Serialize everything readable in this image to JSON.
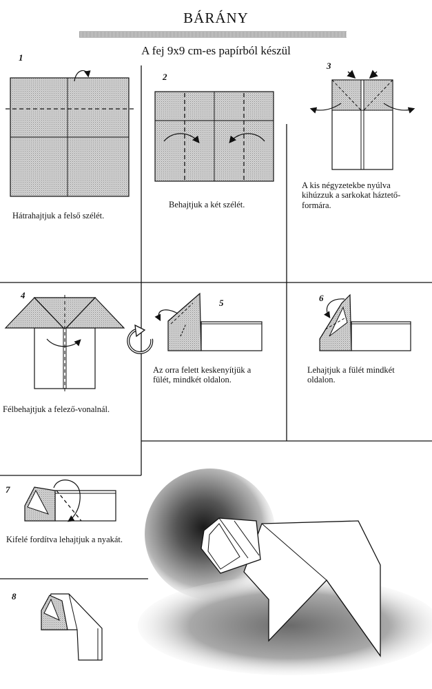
{
  "title": "BÁRÁNY",
  "subtitle": "A fej 9x9 cm-es papírból készül",
  "steps": [
    {
      "number": "1",
      "caption": "Hátrahajtjuk a felső szélét."
    },
    {
      "number": "2",
      "caption": "Behajtjuk a két szélét."
    },
    {
      "number": "3",
      "caption_lines": [
        "A kis négyzetekbe nyúlva",
        "kihúzzuk a sarkokat háztető-",
        "formára."
      ]
    },
    {
      "number": "4",
      "caption": "Félbehajtjuk a felező-vonalnál."
    },
    {
      "number": "5",
      "caption_lines": [
        "Az orra felett keskenyítjük a",
        "fülét, mindkét oldalon."
      ]
    },
    {
      "number": "6",
      "caption_lines": [
        "Lehajtjuk a fülét mindkét",
        "oldalon."
      ]
    },
    {
      "number": "7",
      "caption": "Kifelé fordítva lehajtjuk a nyakát."
    },
    {
      "number": "8",
      "caption": ""
    }
  ],
  "icons": {
    "turn_over": "rotate-arrow-icon",
    "fold_arrow": "curved-arrow-icon",
    "pull_arrow": "arrow-icon"
  },
  "colors": {
    "paper_gray": "#c9c9c9",
    "line": "#111111",
    "background": "#ffffff"
  }
}
